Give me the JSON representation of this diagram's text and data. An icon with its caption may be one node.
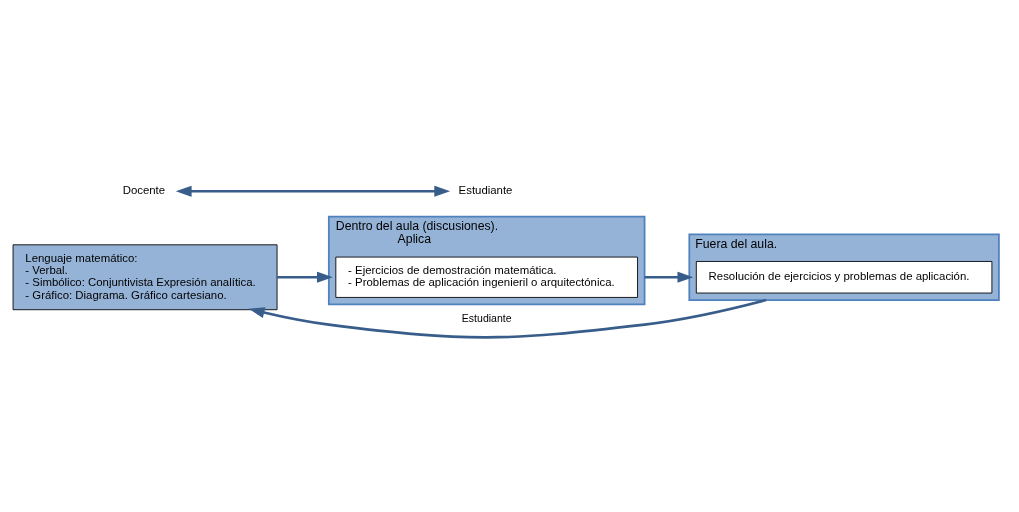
{
  "diagram": {
    "nodes": [
      {
        "text": [
          "Lenguaje matemático:",
          "- Verbal.",
          "- Simbólico: Conjuntivista Expresión analítica.",
          "- Gráfico: Diagrama. Gráfico cartesiano."
        ]
      },
      {
        "text": [
          "Docente"
        ]
      },
      {
        "text": [
          "Estudiante"
        ]
      },
      {
        "text": [
          "Dentro del aula (discusiones).",
          "Aplica"
        ]
      },
      {
        "text": [
          "- Ejercicios de demostración matemática.",
          "- Problemas de aplicación ingenieril o arquitectónica."
        ],
        "in": 3
      },
      {
        "text": [
          "Fuera del aula."
        ]
      },
      {
        "text": [
          "Resolución de ejercicios y problemas de aplicación."
        ],
        "in": 5
      }
    ],
    "edges": [
      {
        "from": 0,
        "to": 3,
        "arrow": "to"
      },
      {
        "from": 1,
        "to": 2,
        "arrow": "both"
      },
      {
        "from": 3,
        "to": 5,
        "arrow": "to"
      },
      {
        "from": 5,
        "to": 0,
        "arrow": "to",
        "label": "Estudiante"
      }
    ]
  }
}
